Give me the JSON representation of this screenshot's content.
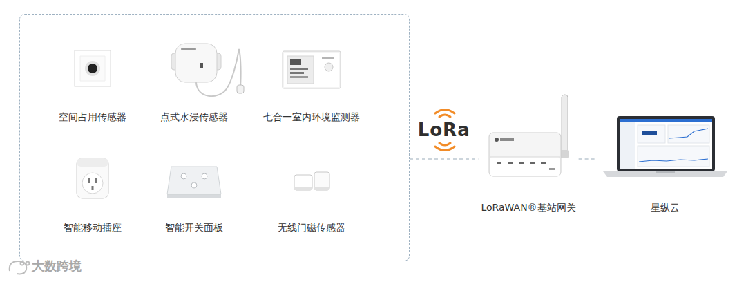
{
  "diagram": {
    "nodes": [
      {
        "text": []
      },
      {
        "text": [
          "空间占用传感器"
        ],
        "in": 0
      },
      {
        "text": [
          "点式水浸传感器"
        ],
        "in": 0
      },
      {
        "text": [
          "七合一室内环境监测器"
        ],
        "in": 0
      },
      {
        "text": [
          "智能移动插座"
        ],
        "in": 0
      },
      {
        "text": [
          "智能开关面板"
        ],
        "in": 0
      },
      {
        "text": [
          "无线门磁传感器"
        ],
        "in": 0
      },
      {
        "text": [
          "LoRaWAN®基站网关"
        ]
      },
      {
        "text": [
          "星纵云"
        ]
      }
    ],
    "edges": [
      {
        "from": 0,
        "to": 7,
        "arrow": "none",
        "label": "LoRa"
      },
      {
        "from": 7,
        "to": 8,
        "arrow": "none"
      }
    ],
    "labels": [
      "大数跨境"
    ]
  }
}
